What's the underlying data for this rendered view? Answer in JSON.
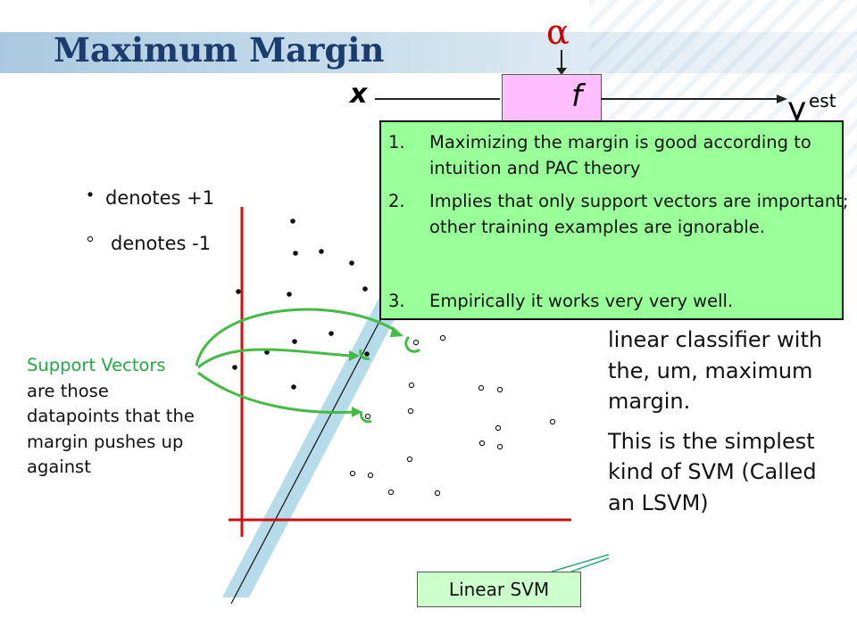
{
  "slide": {
    "title": "Maximum Margin",
    "alpha_symbol": "α",
    "input_label": "x",
    "function_label": "f",
    "output_label": "y",
    "output_subscript": "est"
  },
  "notes": [
    {
      "num": "1.",
      "text": "Maximizing the margin is good according to intuition and PAC theory"
    },
    {
      "num": "2.",
      "text": "Implies that only support vectors are important; other training examples are ignorable."
    },
    {
      "num": "3.",
      "text": "Empirically it works very very well."
    }
  ],
  "legend": {
    "plus_label": "denotes +1",
    "minus_label": "denotes -1"
  },
  "support_vectors_text": {
    "heading": "Support Vectors",
    "body": "are those datapoints that the margin pushes up against"
  },
  "description": {
    "line1": "linear classifier with the, um, maximum margin.",
    "line2": "This is the simplest kind of SVM (Called an LSVM)"
  },
  "callout_label": "Linear SVM",
  "colors": {
    "title": "#1c3c6e",
    "alpha": "#cc0000",
    "axes": "#cc1111",
    "margin_band": "#add8e6",
    "support_arrows": "#44bb44",
    "notes_bg": "#99ff99",
    "f_box": "#ffbfff",
    "callout_bg": "#ccffcc"
  }
}
